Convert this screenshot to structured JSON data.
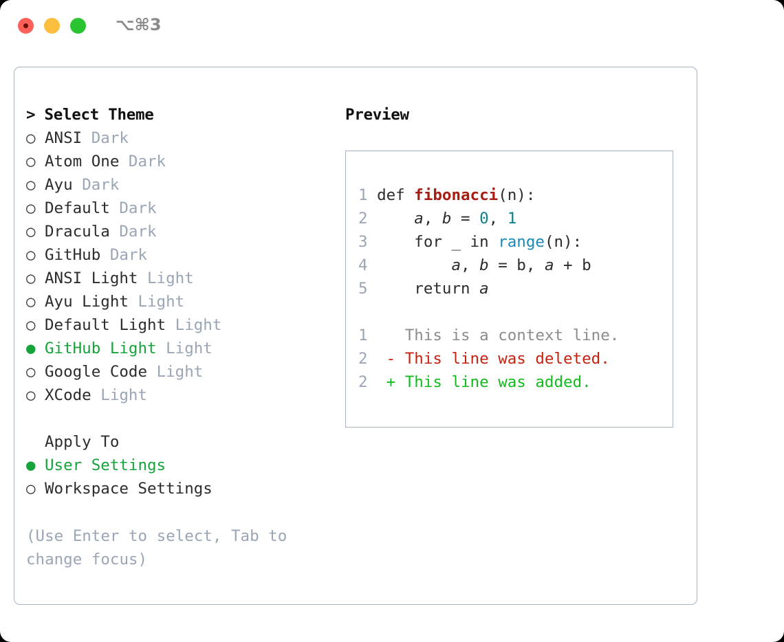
{
  "titlebar": {
    "shortcut": "⌥⌘3",
    "buttons": [
      {
        "name": "close",
        "color": "#fc6058"
      },
      {
        "name": "minimize",
        "color": "#fcbe3f"
      },
      {
        "name": "zoom",
        "color": "#2ac431"
      }
    ]
  },
  "theme_selector": {
    "heading": "> Select Theme",
    "marker_selected": "●",
    "marker_unselected": "○",
    "selected_color": "#17a33c",
    "dim_color": "#9aa5b5",
    "items": [
      {
        "label": "ANSI",
        "variant": "Dark",
        "selected": false
      },
      {
        "label": "Atom One",
        "variant": "Dark",
        "selected": false
      },
      {
        "label": "Ayu",
        "variant": "Dark",
        "selected": false
      },
      {
        "label": "Default",
        "variant": "Dark",
        "selected": false
      },
      {
        "label": "Dracula",
        "variant": "Dark",
        "selected": false
      },
      {
        "label": "GitHub",
        "variant": "Dark",
        "selected": false
      },
      {
        "label": "ANSI Light",
        "variant": "Light",
        "selected": false
      },
      {
        "label": "Ayu Light",
        "variant": "Light",
        "selected": false
      },
      {
        "label": "Default Light",
        "variant": "Light",
        "selected": false
      },
      {
        "label": "GitHub Light",
        "variant": "Light",
        "selected": true
      },
      {
        "label": "Google Code",
        "variant": "Light",
        "selected": false
      },
      {
        "label": "XCode",
        "variant": "Light",
        "selected": false
      }
    ]
  },
  "apply_to": {
    "heading": "Apply To",
    "items": [
      {
        "label": "User Settings",
        "selected": true
      },
      {
        "label": "Workspace Settings",
        "selected": false
      }
    ]
  },
  "hint": "(Use Enter to select, Tab to change focus)",
  "preview": {
    "title": "Preview",
    "code_lines": [
      {
        "number": "1",
        "tokens": [
          {
            "text": "def ",
            "style": "kw"
          },
          {
            "text": "fibonacci",
            "style": "fnname"
          },
          {
            "text": "(n):",
            "style": "plain"
          }
        ]
      },
      {
        "number": "2",
        "tokens": [
          {
            "text": "    ",
            "style": "plain"
          },
          {
            "text": "a",
            "style": "var"
          },
          {
            "text": ", ",
            "style": "plain"
          },
          {
            "text": "b",
            "style": "var"
          },
          {
            "text": " = ",
            "style": "plain"
          },
          {
            "text": "0",
            "style": "num"
          },
          {
            "text": ", ",
            "style": "plain"
          },
          {
            "text": "1",
            "style": "num"
          }
        ]
      },
      {
        "number": "3",
        "tokens": [
          {
            "text": "    for _ in ",
            "style": "kw"
          },
          {
            "text": "range",
            "style": "builtin"
          },
          {
            "text": "(n):",
            "style": "plain"
          }
        ]
      },
      {
        "number": "4",
        "tokens": [
          {
            "text": "        ",
            "style": "plain"
          },
          {
            "text": "a",
            "style": "var"
          },
          {
            "text": ", ",
            "style": "plain"
          },
          {
            "text": "b",
            "style": "var"
          },
          {
            "text": " = ",
            "style": "plain"
          },
          {
            "text": "b",
            "style": "plain"
          },
          {
            "text": ", ",
            "style": "plain"
          },
          {
            "text": "a",
            "style": "var"
          },
          {
            "text": " + ",
            "style": "plain"
          },
          {
            "text": "b",
            "style": "plain"
          }
        ]
      },
      {
        "number": "5",
        "tokens": [
          {
            "text": "    return ",
            "style": "kw"
          },
          {
            "text": "a",
            "style": "var"
          }
        ]
      }
    ],
    "diff_lines": [
      {
        "number": "1",
        "sign": " ",
        "text": "This is a context line.",
        "kind": "context"
      },
      {
        "number": "2",
        "sign": "-",
        "text": "This line was deleted.",
        "kind": "deleted"
      },
      {
        "number": "2",
        "sign": "+",
        "text": "This line was added.",
        "kind": "added"
      }
    ]
  }
}
